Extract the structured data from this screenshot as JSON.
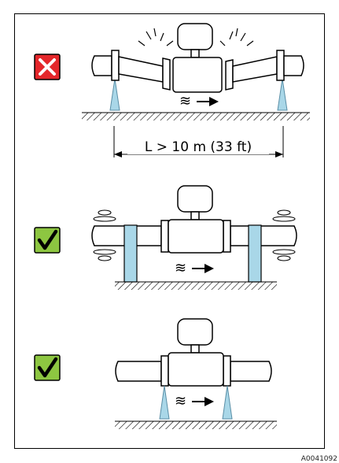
{
  "scenarios": [
    {
      "status": "incorrect",
      "status_icon": "cross-icon",
      "icon_color": "#e4262a"
    },
    {
      "status": "correct",
      "status_icon": "check-icon",
      "icon_color": "#8dc641"
    },
    {
      "status": "correct",
      "status_icon": "check-icon",
      "icon_color": "#8dc641"
    }
  ],
  "dimension_label": "L > 10 m (33 ft)",
  "flow_symbol": "≋",
  "figure_code": "A0041092",
  "colors": {
    "support": "#a9d7e8",
    "support_stroke": "#5a8ea6",
    "line": "#000000"
  }
}
